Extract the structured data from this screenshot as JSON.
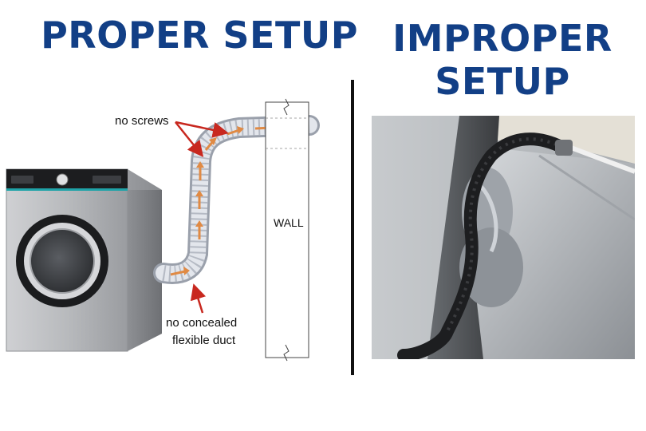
{
  "left_panel": {
    "title": "PROPER SETUP",
    "annotations": {
      "no_screws": "no screws",
      "wall": "WALL",
      "no_concealed_line1": "no concealed",
      "no_concealed_line2": "flexible duct"
    }
  },
  "right_panel": {
    "title_line1": "IMPROPER",
    "title_line2": "SETUP"
  },
  "colors": {
    "title": "#123f86",
    "arrow_red": "#c8281f",
    "airflow": "#e08a44",
    "accent_strip": "#1fa3a8"
  }
}
